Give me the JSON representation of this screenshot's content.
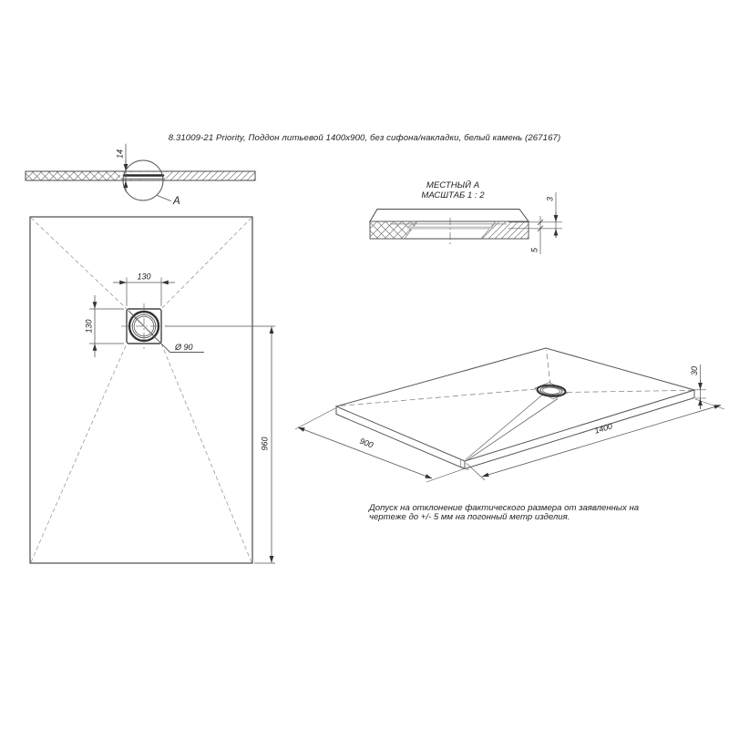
{
  "title": "8.31009-21 Priority, Поддон литьевой 1400x900, без сифона/накладки, белый камень (267167)",
  "section_view": {
    "dim_thickness": "14",
    "detail_label": "A"
  },
  "detail_view": {
    "title": "МЕСТНЫЙ А",
    "scale": "МАСШТАБ 1 : 2",
    "dim_top": "3",
    "dim_bottom": "5"
  },
  "plan_view": {
    "dim_drain_width": "130",
    "dim_drain_height": "130",
    "dim_drain_diameter": "Ø 90",
    "dim_drain_offset": "960"
  },
  "iso_view": {
    "dim_height": "30",
    "dim_width": "900",
    "dim_length": "1400"
  },
  "note": {
    "line1": "Допуск на отклонение фактического размера от заявленных на",
    "line2": "чертеже до +/- 5 мм на погонный метр изделия."
  },
  "colors": {
    "line": "#4a4a4a",
    "dim": "#555555",
    "hatch": "#777777",
    "dash": "#999999"
  }
}
